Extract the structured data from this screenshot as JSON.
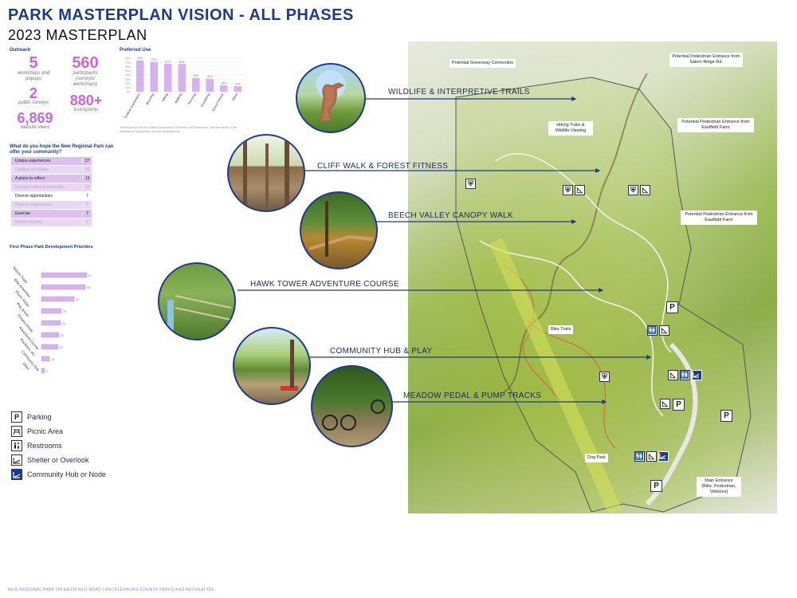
{
  "title": "PARK MASTERPLAN VISION - ALL PHASES",
  "subtitle": "2023 MASTERPLAN",
  "outreach": {
    "heading": "Outreach",
    "stats": [
      {
        "num": "5",
        "label": "workshops and popups"
      },
      {
        "num": "560",
        "label": "participants (surveys/ workshops)"
      },
      {
        "num": "2",
        "label": "public surveys"
      },
      {
        "num": "880+",
        "label": "touchpoints"
      },
      {
        "num": "6,869",
        "label": "website views"
      }
    ]
  },
  "preferred_use": {
    "heading": "Preferred Use",
    "note": "*developed from the Public Information Session and Workshop, and elements to be included in first phase of park development"
  },
  "hope": {
    "heading": "What do you hope the New Regional Park can offer your community?",
    "rows": [
      {
        "text": "Unique experiences",
        "value": "27"
      },
      {
        "text": "Outdoor recreation",
        "value": "16"
      },
      {
        "text": "A place to reflect",
        "value": "13"
      },
      {
        "text": "Educate nature & protection",
        "value": "12"
      },
      {
        "text": "Diverse opportunities",
        "value": "7"
      },
      {
        "text": "Diverse experiences",
        "value": "7"
      },
      {
        "text": "Exercise",
        "value": "7"
      },
      {
        "text": "Health benefits",
        "value": "7"
      }
    ]
  },
  "first_phase": {
    "heading": "First Phase Park Development Priorities"
  },
  "chart_data": [
    {
      "type": "bar",
      "title": "Preferred Use",
      "categories": [
        "Outdoor Exploration",
        "Bicycling",
        "Hiking",
        "Walking",
        "Running",
        "Socializing",
        "Group Fitness",
        "Other"
      ],
      "values": [
        75,
        71,
        67,
        66,
        33,
        31,
        15,
        13
      ],
      "data_labels": [
        "75%",
        "71%",
        "67%",
        "66%",
        "33%",
        "31%",
        "15%",
        "13%"
      ],
      "yticks": [
        "80%",
        "70%",
        "60%",
        "50%",
        "40%",
        "30%",
        "20%",
        "10%",
        "0%"
      ],
      "ylim": [
        0,
        80
      ],
      "xlabel": "",
      "ylabel": ""
    },
    {
      "type": "bar",
      "title": "First Phase Park Development Priorities",
      "categories": [
        "Nature Trails",
        "Bike Amenities",
        "Picnic Areas",
        "Play Areas",
        "Fitness Areas",
        "Adventure Course",
        "Pavilions, etc.",
        "Community Hub",
        "Other"
      ],
      "values": [
        57,
        55,
        41,
        25,
        24,
        22,
        21,
        10,
        4
      ],
      "ylim": [
        0,
        60
      ],
      "xlabel": "",
      "ylabel": ""
    }
  ],
  "legend": [
    {
      "icon": "P",
      "label": "Parking"
    },
    {
      "icon": "⛨",
      "label": "Picnic Area"
    },
    {
      "icon": "🚻",
      "label": "Restrooms"
    },
    {
      "icon": "◺",
      "label": "Shelter or Overlook"
    },
    {
      "icon": "◢",
      "label": "Community Hub or Node"
    }
  ],
  "amenities": [
    "WILDLIFE & INTERPRETIVE TRAILS",
    "CLIFF WALK & FOREST FITNESS",
    "BEECH VALLEY CANOPY WALK",
    "HAWK TOWER ADVENTURE COURSE",
    "COMMUNITY HUB & PLAY",
    "MEADOW PEDAL & PUMP TRACKS"
  ],
  "map": {
    "callouts": [
      "Potential Greenway Connection",
      "Potential Pedestrian Entrance from Salem Ridge Rd.",
      "Hiking Trails & Wildlife Viewing",
      "Potential Pedestrian Entrance from Eastfield Farm",
      "Potential Pedestrian Entrance from Eastfield Farm",
      "Bike Trails",
      "Dog Park",
      "Main Entrance (Bike, Pedestrian, Vehicles)"
    ]
  },
  "footer": "NEW REGIONAL PARK ON EASTFIELD ROAD | MECKLENBURG COUNTY PARKS AND RECREATION",
  "colors": {
    "accent": "#1e3a8a",
    "purple": "#cc66dd",
    "bar": "#d6b3ef"
  }
}
